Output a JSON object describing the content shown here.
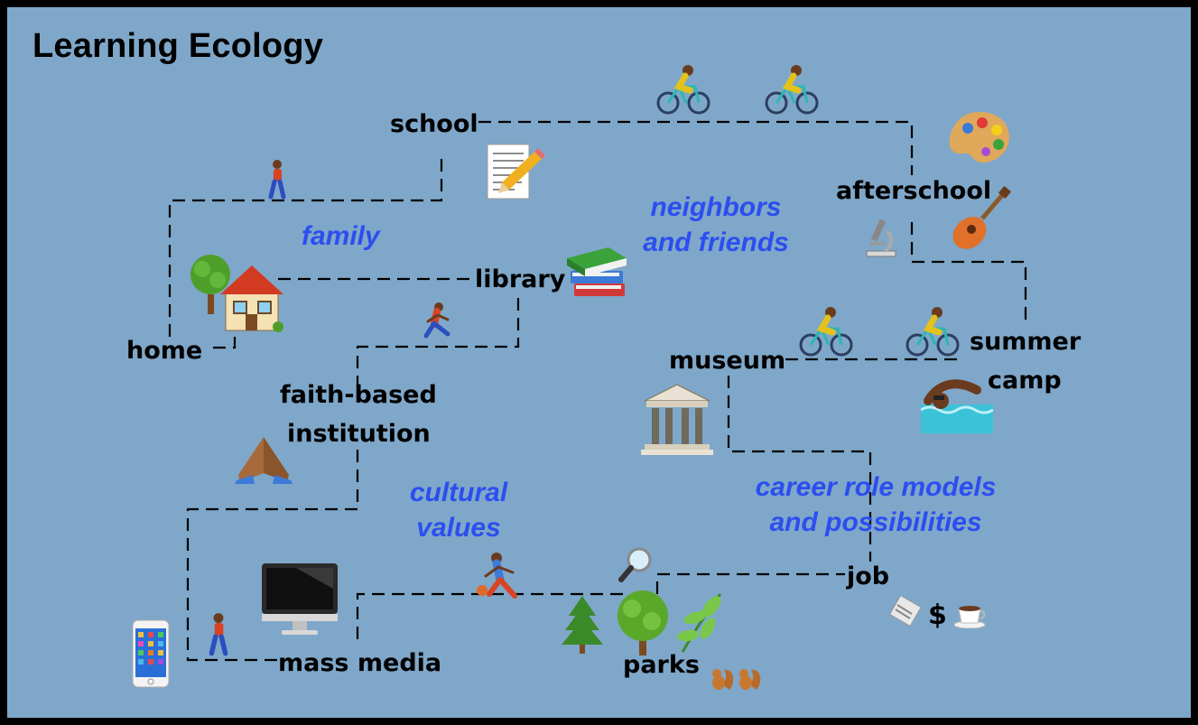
{
  "title": "Learning Ecology",
  "places": {
    "school": "school",
    "afterschool": "afterschool",
    "home": "home",
    "library": "library",
    "summer_camp_line1": "summer",
    "summer_camp_line2": "camp",
    "museum": "museum",
    "faith_line1": "faith-based",
    "faith_line2": "institution",
    "mass_media": "mass media",
    "parks": "parks",
    "job": "job"
  },
  "themes": {
    "family": "family",
    "neighbors_line1": "neighbors",
    "neighbors_line2": "and friends",
    "cultural_line1": "cultural",
    "cultural_line2": "values",
    "career_line1": "career role models",
    "career_line2": "and possibilities"
  },
  "symbols": {
    "dollar": "$"
  },
  "icons": [
    "walking-person-icon",
    "running-person-icon",
    "cyclist-icon",
    "house-icon",
    "tree-icon",
    "books-icon",
    "notepad-pencil-icon",
    "art-palette-icon",
    "guitar-icon",
    "microscope-icon",
    "museum-building-icon",
    "swimmer-icon",
    "praying-hands-icon",
    "desktop-monitor-icon",
    "smartphone-icon",
    "basketball-player-icon",
    "magnifier-icon",
    "evergreen-tree-icon",
    "deciduous-tree-icon",
    "leaves-icon",
    "squirrel-icon",
    "newspaper-icon",
    "coffee-cup-icon"
  ],
  "colors": {
    "background": "#7fa7c9",
    "theme_text": "#2b4ef0",
    "path": "#000000"
  }
}
